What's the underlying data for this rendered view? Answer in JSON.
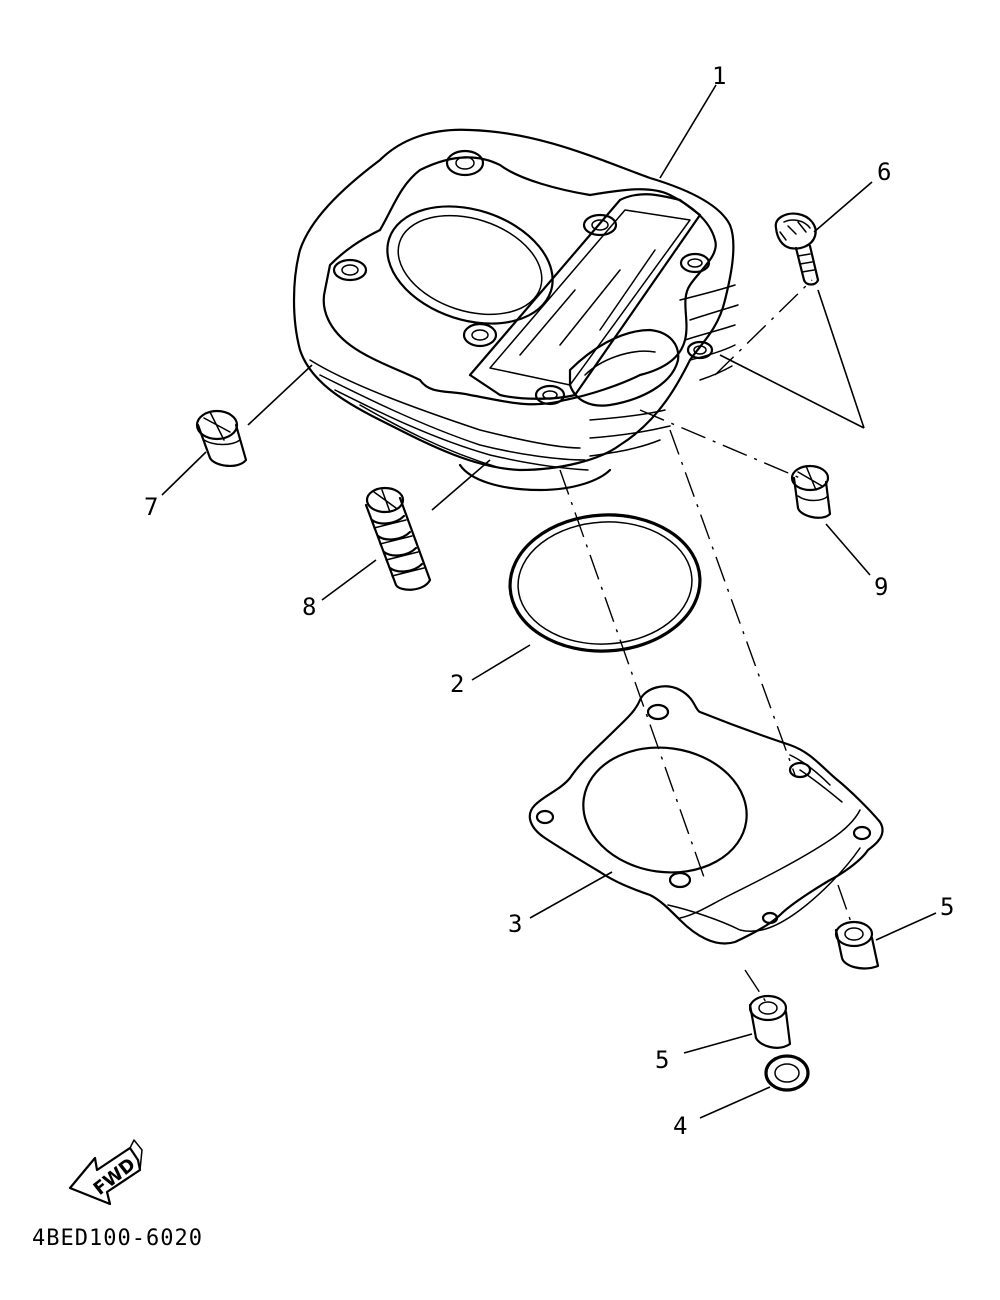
{
  "diagram": {
    "drawing_code": "4BED100-6020",
    "fwd_label": "FWD",
    "callouts": {
      "p1": "1",
      "p2": "2",
      "p3": "3",
      "p4": "4",
      "p5a": "5",
      "p5b": "5",
      "p6": "6",
      "p7": "7",
      "p8": "8",
      "p9": "9"
    }
  }
}
